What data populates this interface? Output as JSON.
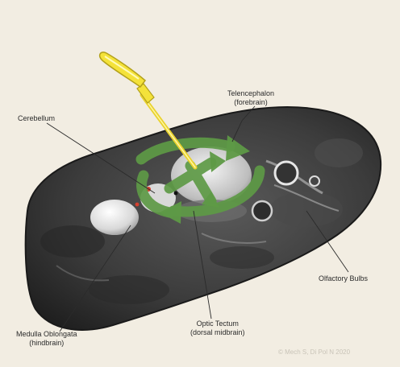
{
  "image_alt_semantics": {
    "subject": "zebrafish-brain-with-pipette-and-rotation-arrows"
  },
  "labels": {
    "telencephalon": {
      "line1": "Telencephalon",
      "line2": "(forebrain)"
    },
    "cerebellum": "Cerebellum",
    "olfactory_bulbs": "Olfactory Bulbs",
    "medulla": {
      "line1": "Medulla Oblongata",
      "line2": "(hindbrain)"
    },
    "optic_tectum": {
      "line1": "Optic Tectum",
      "line2": "(dorsal midbrain)"
    },
    "copyright": "© Mech S, Di Pol N 2020"
  },
  "colors": {
    "background": "#f2ede2",
    "brain_dark": "#3a3a3a",
    "arrow_green": "#5e9a46",
    "pipette_yellow": "#f4e23a"
  }
}
